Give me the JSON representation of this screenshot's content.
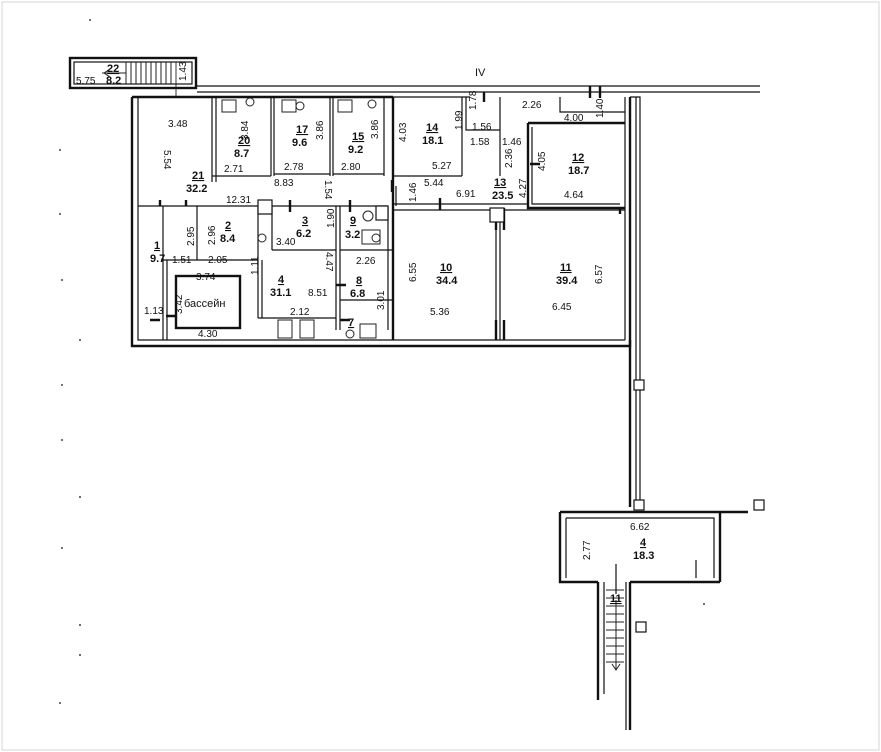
{
  "axis_label": "IV",
  "rooms": [
    {
      "id": "r1",
      "number": "1",
      "area": "9.7"
    },
    {
      "id": "r2",
      "number": "2",
      "area": "8.4"
    },
    {
      "id": "r3",
      "number": "3",
      "area": "6.2"
    },
    {
      "id": "r4",
      "number": "4",
      "area": "31.1"
    },
    {
      "id": "r7",
      "number": "7",
      "area": ""
    },
    {
      "id": "r8",
      "number": "8",
      "area": "6.8"
    },
    {
      "id": "r9",
      "number": "9",
      "area": "3.2"
    },
    {
      "id": "r10",
      "number": "10",
      "area": "34.4"
    },
    {
      "id": "r11",
      "number": "11",
      "area": "39.4"
    },
    {
      "id": "r12",
      "number": "12",
      "area": "18.7"
    },
    {
      "id": "r13",
      "number": "13",
      "area": "23.5"
    },
    {
      "id": "r14",
      "number": "14",
      "area": "18.1"
    },
    {
      "id": "r15",
      "number": "15",
      "area": "9.2"
    },
    {
      "id": "r17",
      "number": "17",
      "area": "9.6"
    },
    {
      "id": "r20",
      "number": "20",
      "area": "8.7"
    },
    {
      "id": "r21",
      "number": "21",
      "area": "32.2"
    },
    {
      "id": "r22",
      "number": "22",
      "area": "8.2"
    },
    {
      "id": "b4",
      "number": "4",
      "area": "18.3"
    },
    {
      "id": "b11",
      "number": "11",
      "area": ""
    }
  ],
  "pool_label": "бассейн",
  "dimensions": [
    "5.75",
    "1.43",
    "3.48",
    "5.54",
    "3.84",
    "2.71",
    "3.86",
    "2.78",
    "3.86",
    "2.80",
    "8.83",
    "1.54",
    "12.31",
    "2.95",
    "2.96",
    "1.51",
    "2.05",
    "1.90",
    "3.40",
    "1.11",
    "2.26",
    "4.47",
    "3.01",
    "8.51",
    "3.74",
    "3.42",
    "1.13",
    "4.30",
    "2.12",
    "4.03",
    "1.99",
    "1.78",
    "1.56",
    "1.58",
    "5.27",
    "2.26",
    "4.00",
    "1.40",
    "1.46",
    "2.36",
    "4.05",
    "4.27",
    "1.46",
    "5.44",
    "6.91",
    "4.64",
    "6.55",
    "5.36",
    "6.57",
    "6.45",
    "6.62",
    "2.77"
  ]
}
